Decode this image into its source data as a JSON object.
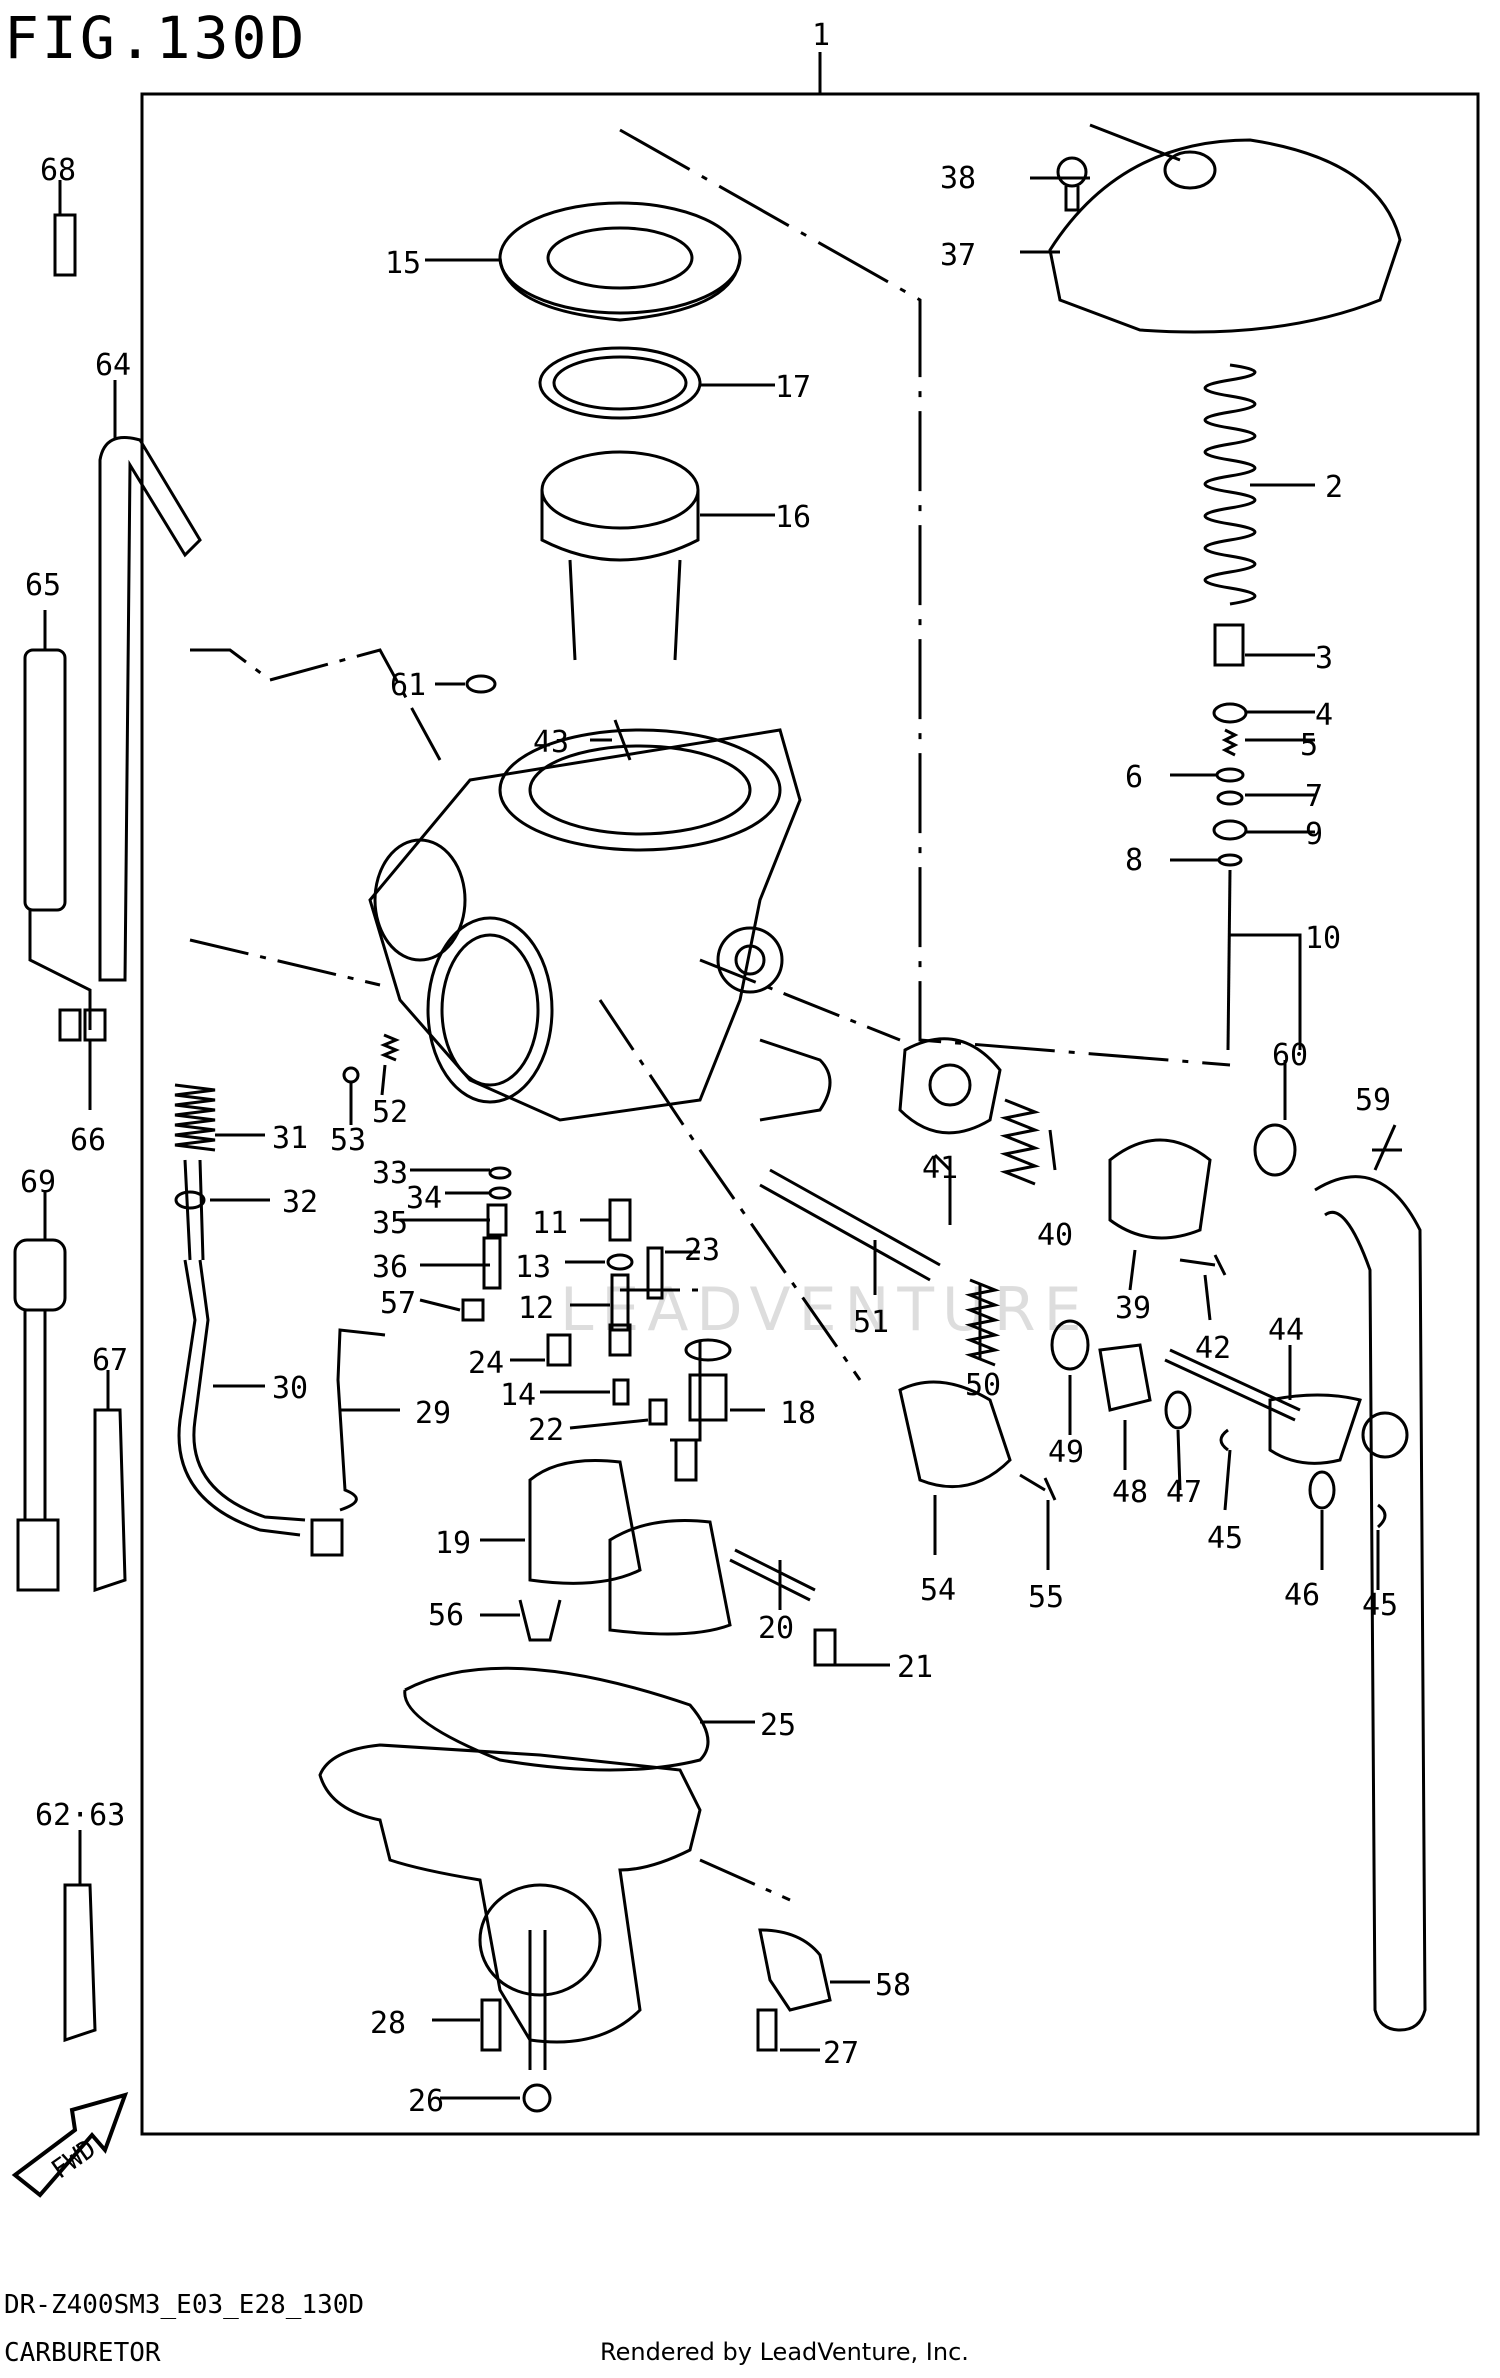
{
  "figure_title": "FIG.130D",
  "model_code": "DR-Z400SM3_E03_E28_130D",
  "section_name": "CARBURETOR",
  "credit": "Rendered by LeadVenture, Inc.",
  "watermark": "LEADVENTURE",
  "fwd_label": "FWD",
  "callouts": [
    "1",
    "2",
    "3",
    "4",
    "5",
    "6",
    "7",
    "8",
    "9",
    "10",
    "11",
    "12",
    "13",
    "14",
    "15",
    "16",
    "17",
    "18",
    "19",
    "20",
    "21",
    "22",
    "23",
    "24",
    "25",
    "26",
    "27",
    "28",
    "29",
    "30",
    "31",
    "32",
    "33",
    "34",
    "35",
    "36",
    "37",
    "38",
    "39",
    "40",
    "41",
    "42",
    "43",
    "44",
    "45",
    "45",
    "46",
    "47",
    "48",
    "49",
    "50",
    "51",
    "52",
    "53",
    "54",
    "55",
    "56",
    "57",
    "58",
    "59",
    "60",
    "61",
    "62·63",
    "64",
    "65",
    "66",
    "67",
    "68",
    "69"
  ]
}
